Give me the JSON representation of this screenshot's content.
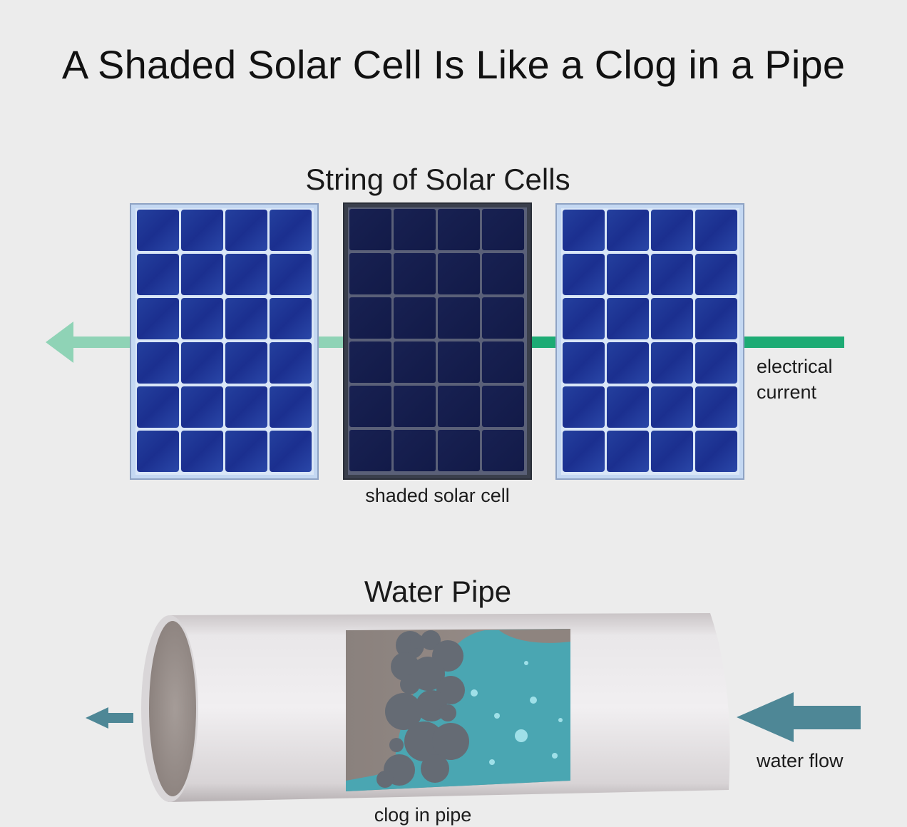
{
  "title": "A Shaded Solar Cell Is Like a Clog in a Pipe",
  "solar_section": {
    "heading": "String of Solar Cells",
    "shaded_label": "shaded solar cell",
    "current_label_line1": "electrical",
    "current_label_line2": "current",
    "panel_count": 3,
    "panel_grid": {
      "columns": 4,
      "rows": 6
    },
    "shaded_panel_index": 1
  },
  "pipe_section": {
    "heading": "Water Pipe",
    "clog_label": "clog in pipe",
    "flow_label": "water flow"
  },
  "colors": {
    "background": "#ececec",
    "panel_cell": "#1f3a9a",
    "panel_shaded_cell": "#141d4e",
    "panel_frame": "#b8d0ee",
    "current_strong": "#1dab74",
    "current_weak": "#8fd3b6",
    "water": "#4aa6b2",
    "flow_arrow": "#4e8796",
    "clog": "#656b74"
  },
  "icons": {
    "current_arrow": "arrow-left-icon",
    "flow_arrow": "arrow-left-icon"
  }
}
